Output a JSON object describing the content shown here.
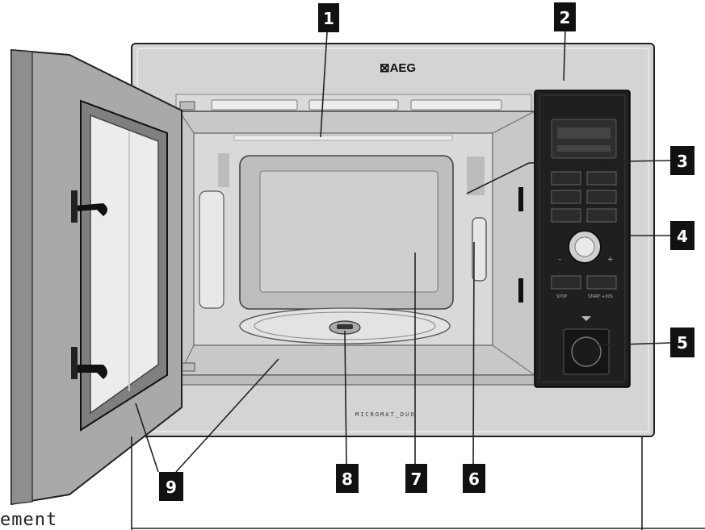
{
  "brand_logo": "⊠AEG",
  "model_label": "MICROMAT_DUO",
  "caption_text": "ement",
  "callouts": [
    "1",
    "2",
    "3",
    "4",
    "5",
    "6",
    "7",
    "8",
    "9"
  ],
  "control_panel": {
    "button_labels": [
      "STOP",
      "START +30S"
    ],
    "knob_marks": [
      "–",
      "+"
    ]
  },
  "colors": {
    "frame": "#d4d4d4",
    "cavity": "#c8c8c8",
    "panel": "#1f1f1f",
    "callout_fill": "#111111",
    "callout_text": "#ffffff"
  }
}
